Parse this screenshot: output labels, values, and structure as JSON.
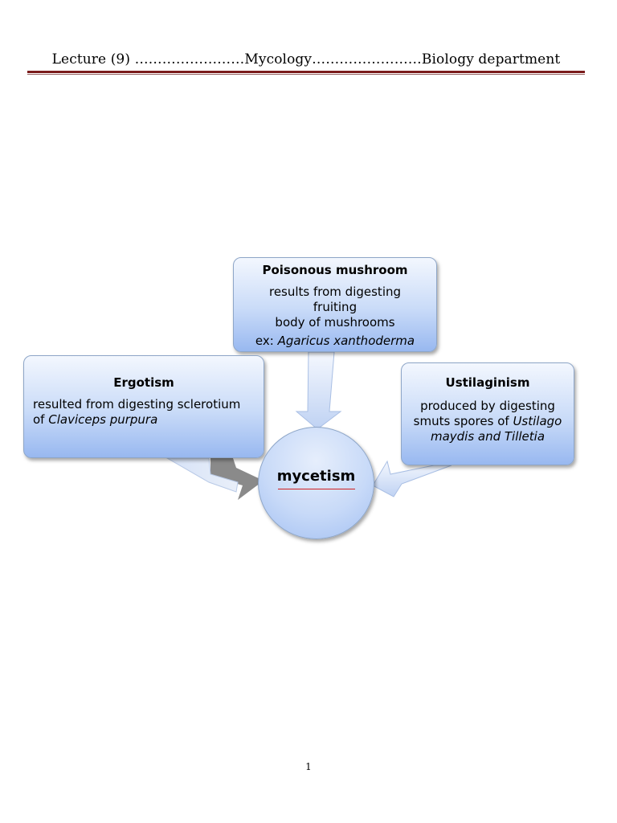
{
  "header": {
    "text": "Lecture (9)  ……………………Mycology……………………Biology department"
  },
  "diagram": {
    "center": {
      "label": "mycetism"
    },
    "nodes": {
      "poisonous": {
        "title": "Poisonous mushroom",
        "line1": "results from digesting",
        "line2": "fruiting",
        "line3": "body of mushrooms",
        "ex_prefix": "ex: ",
        "ex_name": "Agaricus xanthoderma"
      },
      "ergotism": {
        "title": "Ergotism",
        "line1": "resulted from digesting  sclerotium",
        "line2_prefix": "of ",
        "line2_name": "Claviceps purpura"
      },
      "ustilaginism": {
        "title": "Ustilaginism",
        "line1": "produced by digesting",
        "line2_prefix": "smuts spores of ",
        "line2_name": "Ustilago",
        "line3": "maydis and  Tilletia"
      }
    },
    "colors": {
      "box_fill_top": "#f3f7fe",
      "box_fill_bottom": "#98b8f0",
      "box_border": "#8ea6c8",
      "arrow_light": "#cfdcf5",
      "arrow_dark": "#8a8a8a",
      "header_rule": "#7b1c1c",
      "underline": "#d12020"
    }
  },
  "footer": {
    "page_number": "1"
  }
}
